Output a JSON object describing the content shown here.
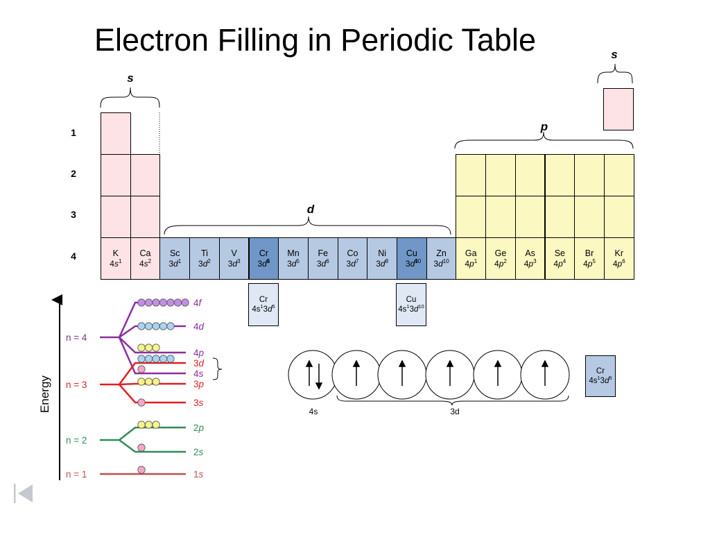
{
  "title": "Electron Filling in Periodic Table",
  "blocks": {
    "s": "s",
    "d": "d",
    "p": "p",
    "s_he": "s"
  },
  "periods": [
    "1",
    "2",
    "3",
    "4"
  ],
  "period4": [
    {
      "sym": "K",
      "pre": "4",
      "orb": "s",
      "exp": "1",
      "blk": "s"
    },
    {
      "sym": "Ca",
      "pre": "4",
      "orb": "s",
      "exp": "2",
      "blk": "s"
    },
    {
      "sym": "Sc",
      "pre": "3",
      "orb": "d",
      "exp": "1",
      "blk": "d"
    },
    {
      "sym": "Ti",
      "pre": "3",
      "orb": "d",
      "exp": "2",
      "blk": "d"
    },
    {
      "sym": "V",
      "pre": "3",
      "orb": "d",
      "exp": "3",
      "blk": "d"
    },
    {
      "sym": "Cr",
      "pre": "3",
      "orb": "d",
      "exp": "4",
      "exp2": "5",
      "blk": "d-dark"
    },
    {
      "sym": "Mn",
      "pre": "3",
      "orb": "d",
      "exp": "5",
      "blk": "d"
    },
    {
      "sym": "Fe",
      "pre": "3",
      "orb": "d",
      "exp": "6",
      "blk": "d"
    },
    {
      "sym": "Co",
      "pre": "3",
      "orb": "d",
      "exp": "7",
      "blk": "d"
    },
    {
      "sym": "Ni",
      "pre": "3",
      "orb": "d",
      "exp": "8",
      "blk": "d"
    },
    {
      "sym": "Cu",
      "pre": "3",
      "orb": "d",
      "exp": "9",
      "exp2": "10",
      "blk": "d-dark"
    },
    {
      "sym": "Zn",
      "pre": "3",
      "orb": "d",
      "exp": "10",
      "blk": "d"
    },
    {
      "sym": "Ga",
      "pre": "4",
      "orb": "p",
      "exp": "1",
      "blk": "p"
    },
    {
      "sym": "Ge",
      "pre": "4",
      "orb": "p",
      "exp": "2",
      "blk": "p"
    },
    {
      "sym": "As",
      "pre": "4",
      "orb": "p",
      "exp": "3",
      "blk": "p"
    },
    {
      "sym": "Se",
      "pre": "4",
      "orb": "p",
      "exp": "4",
      "blk": "p"
    },
    {
      "sym": "Br",
      "pre": "4",
      "orb": "p",
      "exp": "5",
      "blk": "p"
    },
    {
      "sym": "Kr",
      "pre": "4",
      "orb": "p",
      "exp": "6",
      "blk": "p"
    }
  ],
  "callouts": {
    "cr": {
      "sym": "Cr",
      "s_pre": "4s",
      "s_exp": "1",
      "d_pre": "3",
      "d_orb": "d",
      "d_exp": "5"
    },
    "cu": {
      "sym": "Cu",
      "s_pre": "4s",
      "s_exp": "1",
      "d_pre": "3",
      "d_orb": "d",
      "d_exp": "10"
    },
    "cr_side": {
      "sym": "Cr",
      "s_pre": "4s",
      "s_exp": "1",
      "d_pre": "3",
      "d_orb": "d",
      "d_exp": "5"
    }
  },
  "energy": {
    "axis_label": "Energy",
    "levels": [
      {
        "n": "n = 4",
        "color": "#8e2c9e"
      },
      {
        "n": "n = 3",
        "color": "#e02020"
      },
      {
        "n": "n = 2",
        "color": "#2e8b57"
      },
      {
        "n": "n = 1",
        "color": "#c0504d"
      }
    ],
    "sublevels": [
      {
        "num": "4",
        "orb": "f",
        "color": "#8e2c9e"
      },
      {
        "num": "4",
        "orb": "d",
        "color": "#8e2c9e"
      },
      {
        "num": "4",
        "orb": "p",
        "color": "#8e2c9e"
      },
      {
        "num": "3",
        "orb": "d",
        "color": "#e02020"
      },
      {
        "num": "4",
        "orb": "s",
        "color": "#8e2c9e"
      },
      {
        "num": "3",
        "orb": "p",
        "color": "#e02020"
      },
      {
        "num": "3",
        "orb": "s",
        "color": "#e02020"
      },
      {
        "num": "2",
        "orb": "p",
        "color": "#2e8b57"
      },
      {
        "num": "2",
        "orb": "s",
        "color": "#2e8b57"
      },
      {
        "num": "1",
        "orb": "s",
        "color": "#c0504d"
      }
    ],
    "orbital_colors": {
      "s": "#f4a6c8",
      "p": "#f7f48a",
      "d": "#a9d3f0",
      "f": "#c38ee6"
    }
  },
  "orbital_diagram": {
    "s_label": "4s",
    "d_label": "3d"
  },
  "nav": {
    "icon": "first-slide-icon"
  }
}
